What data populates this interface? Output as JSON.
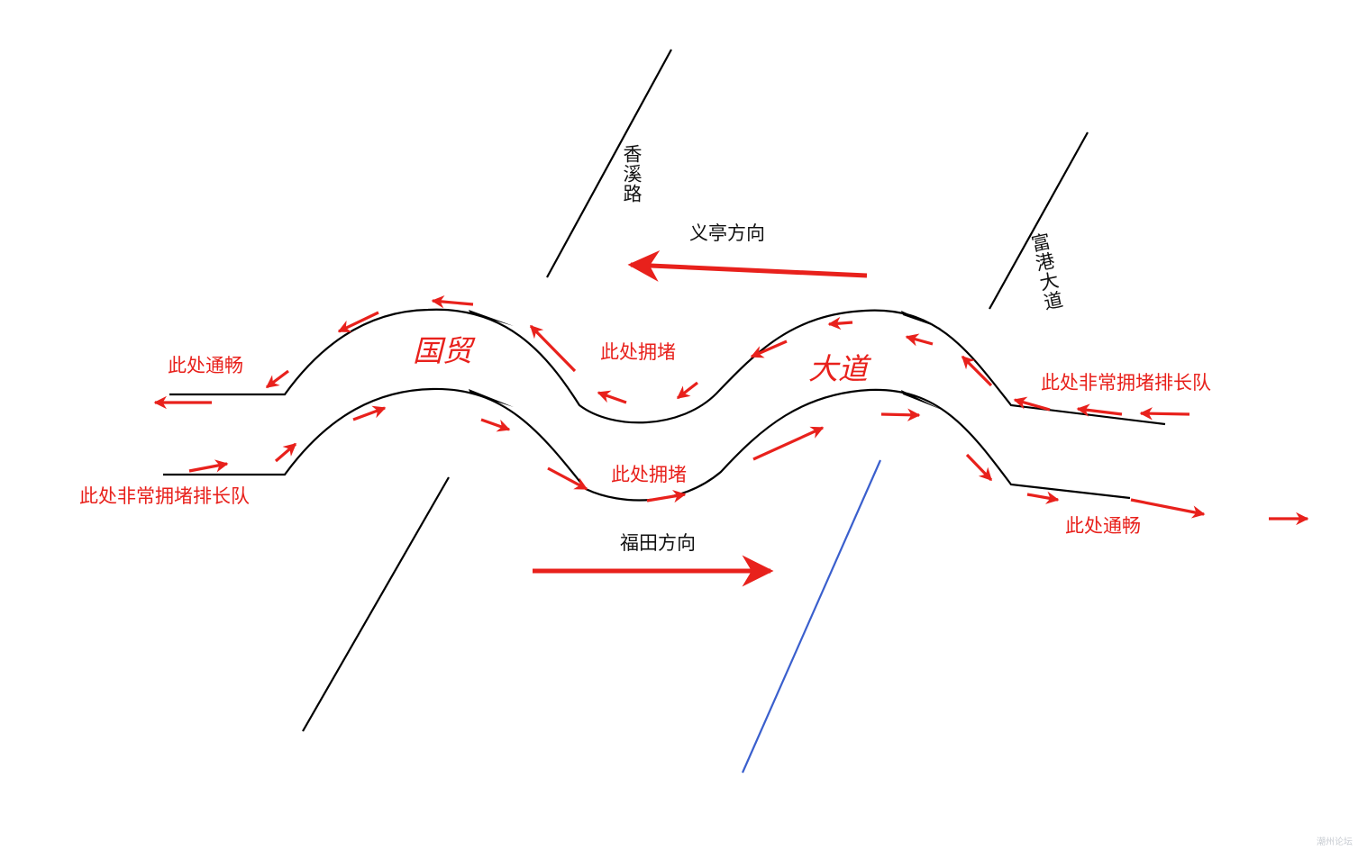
{
  "colors": {
    "road": "#000000",
    "arrow": "#e8211c",
    "blue_road": "#3a5fcd"
  },
  "labels": {
    "xiangxi_road": "香溪路",
    "fugang_avenue": "富港大道",
    "yiting_direction": "义亭方向",
    "futian_direction": "福田方向",
    "guomao": "国贸",
    "dadao": "大道",
    "left_top_status": "此处通畅",
    "left_bottom_status": "此处非常拥堵排长队",
    "mid_top_status": "此处拥堵",
    "mid_bottom_status": "此处拥堵",
    "right_top_status": "此处非常拥堵排长队",
    "right_bottom_status": "此处通畅"
  },
  "watermark": "潮州论坛"
}
